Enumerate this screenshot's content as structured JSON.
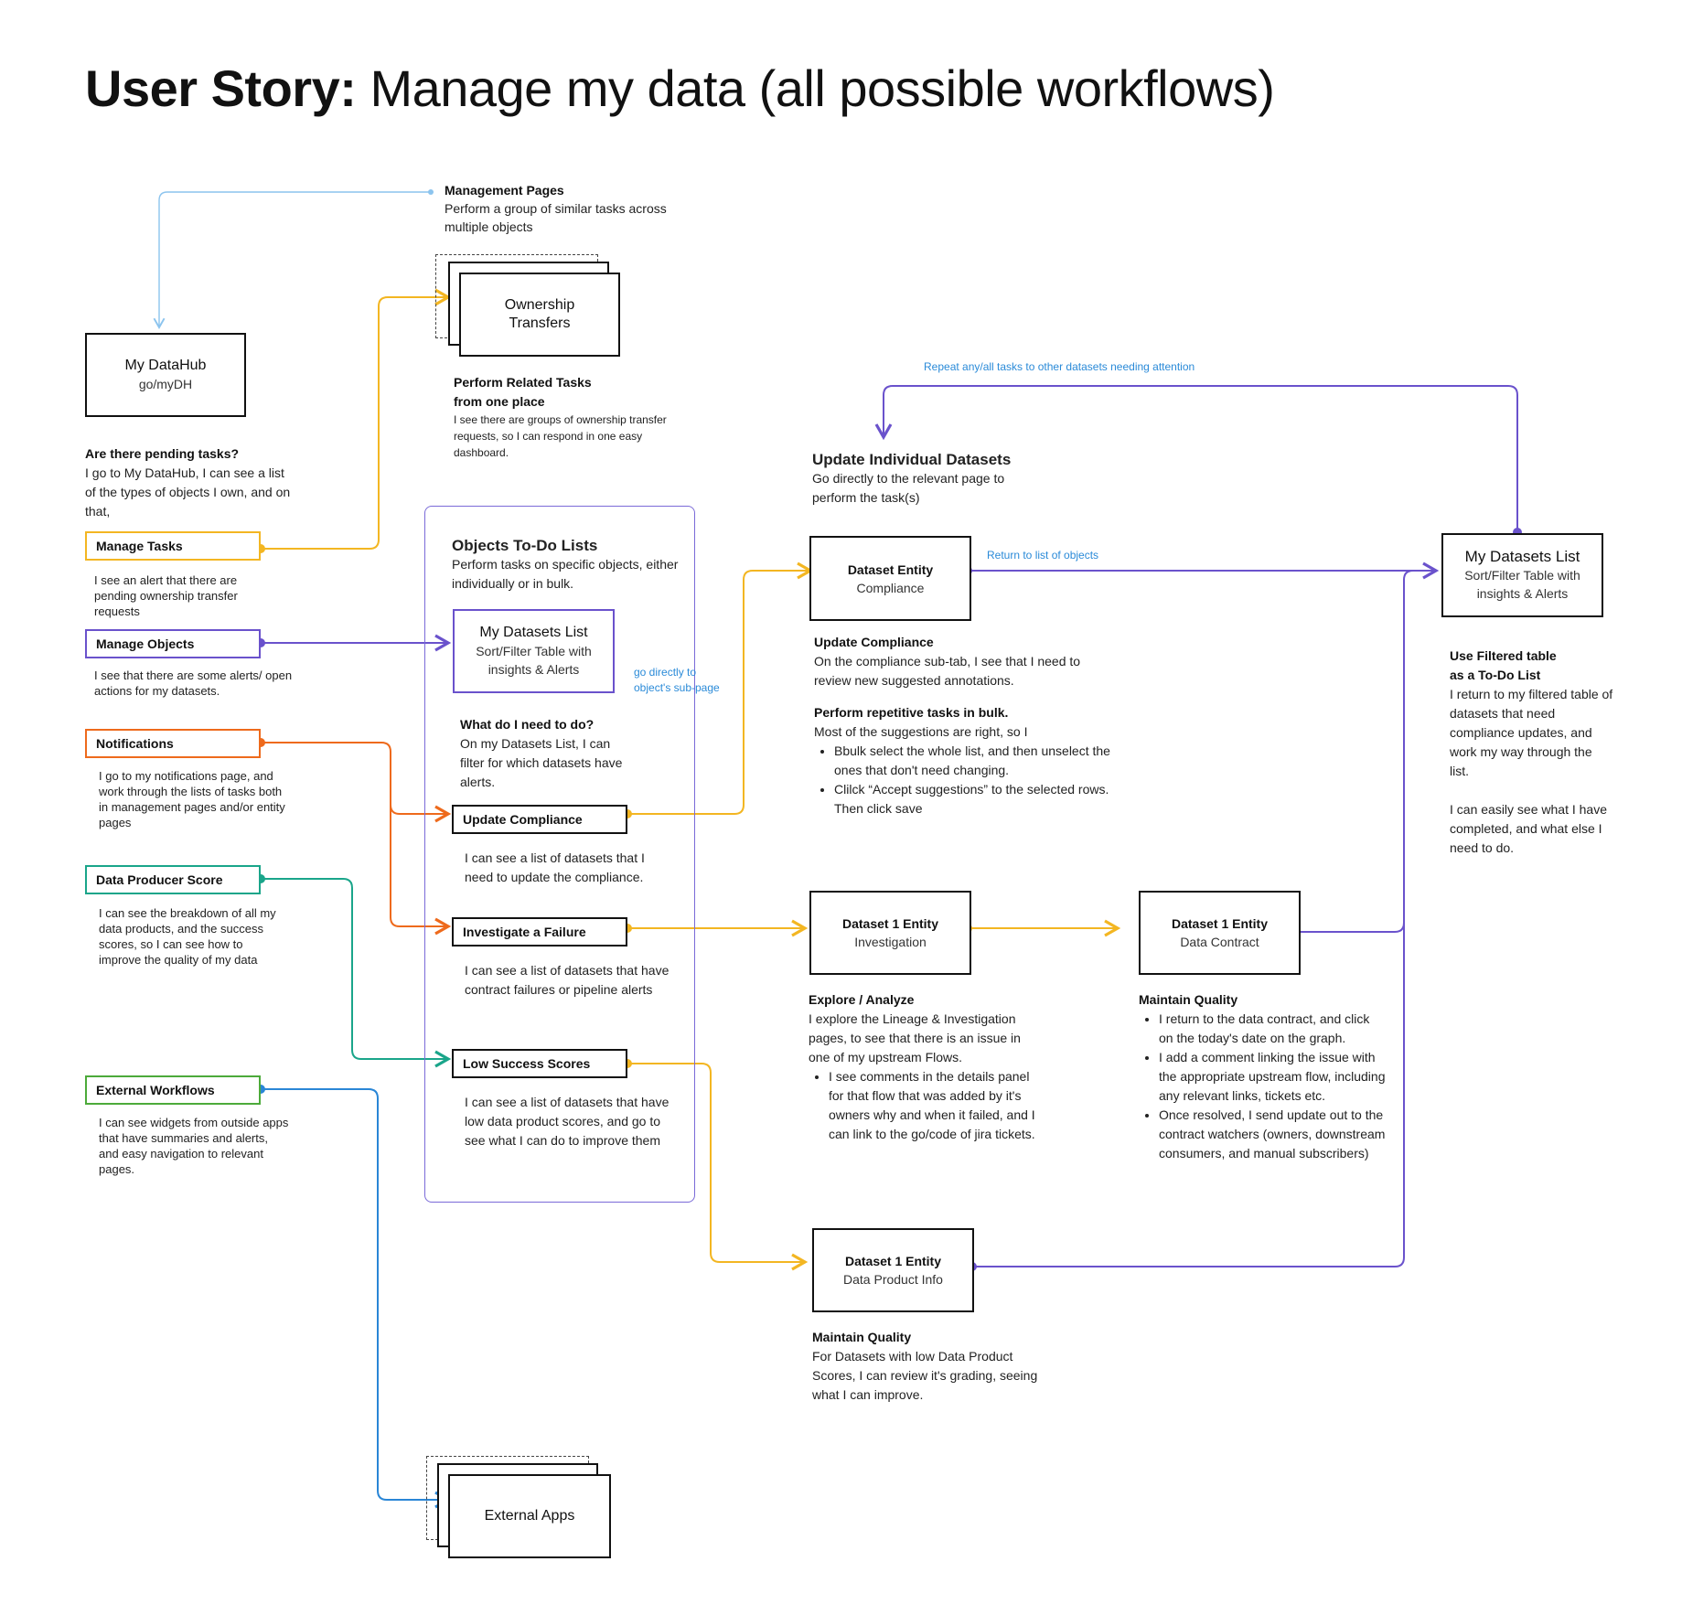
{
  "title": {
    "bold": "User Story:",
    "rest": "Manage my data (all possible workflows)"
  },
  "colors": {
    "yellow": "#f3b622",
    "purple": "#6a52cc",
    "orange": "#ee6a1c",
    "teal": "#1aa58a",
    "green": "#4caa3a",
    "blue": "#2a86d6",
    "lightblue": "#8cc4ee"
  },
  "management": {
    "heading": "Management Pages",
    "body": "Perform a group of similar tasks across multiple objects"
  },
  "ownership_box": {
    "line1": "Ownership",
    "line2": "Transfers"
  },
  "related_tasks": {
    "heading1": "Perform Related Tasks",
    "heading2": "from one place",
    "body": "I see there are groups of ownership transfer requests, so I can respond in one easy dashboard."
  },
  "mydatahub_box": {
    "title": "My DataHub",
    "sub": "go/myDH"
  },
  "pending": {
    "heading": "Are there pending tasks?",
    "body": "I go to My DataHub, I can see a list of the types of objects I own, and on that,"
  },
  "left_tags": {
    "manage_tasks": {
      "label": "Manage Tasks",
      "desc": "I see an alert that there are pending ownership transfer requests"
    },
    "manage_objects": {
      "label": "Manage Objects",
      "desc": "I see that there are some alerts/ open actions for my datasets."
    },
    "notifications": {
      "label": "Notifications",
      "desc": "I go to my notifications page, and work through the lists of tasks both in management pages and/or entity pages"
    },
    "data_producer": {
      "label": "Data Producer Score",
      "desc": "I can see the breakdown of all my data products, and the success scores, so I can see how to improve the quality of my data"
    },
    "external": {
      "label": "External Workflows",
      "desc": "I can see widgets from outside apps that have summaries and alerts, and easy navigation to relevant pages."
    }
  },
  "todo": {
    "heading": "Objects To-Do Lists",
    "body": "Perform tasks on specific objects, either individually or in bulk."
  },
  "datasets_list_inner": {
    "title": "My Datasets List",
    "sub": "Sort/Filter Table with insights & Alerts"
  },
  "go_directly": "go directly to object's sub-page",
  "what_do": {
    "heading": "What do I need to do?",
    "body": "On my Datasets List, I can filter for which datasets have alerts."
  },
  "mid_tags": {
    "update_compliance": {
      "label": "Update Compliance",
      "desc": "I can see a list of datasets that I need to update the compliance."
    },
    "investigate": {
      "label": "Investigate a Failure",
      "desc": "I can see a list of datasets that have contract failures or pipeline alerts"
    },
    "low_scores": {
      "label": "Low Success Scores",
      "desc": "I can see a list of datasets that have low data product scores, and go to see what I can do to improve them"
    }
  },
  "external_apps_box": {
    "label": "External Apps"
  },
  "repeat_note": "Repeat any/all tasks to other datasets needing attention",
  "update_individual": {
    "heading": "Update Individual Datasets",
    "body": "Go directly to the relevant page to perform the task(s)"
  },
  "compliance_box": {
    "title": "Dataset Entity",
    "sub": "Compliance"
  },
  "return_note": "Return to list of objects",
  "update_compliance_text": {
    "heading": "Update Compliance",
    "body": "On the compliance sub-tab, I see that I need to review new suggested annotations.",
    "heading2": "Perform repetitive tasks in bulk.",
    "body2": "Most of the suggestions are right, so I",
    "bullets": [
      "Bbulk select the whole list, and then unselect the ones that don't need changing.",
      "Clilck “Accept suggestions” to the selected rows. Then click save"
    ]
  },
  "my_datasets_right": {
    "title": "My Datasets List",
    "sub": "Sort/Filter Table with insights & Alerts"
  },
  "filtered_table": {
    "heading1": "Use Filtered table",
    "heading2": "as a To-Do List",
    "body": "I return to my filtered table of datasets that need compliance updates, and work my way through the list.",
    "body2": "I can easily see what I have completed, and what else I need to do."
  },
  "investigation_box": {
    "title": "Dataset 1 Entity",
    "sub": "Investigation"
  },
  "contract_box": {
    "title": "Dataset 1 Entity",
    "sub": "Data Contract"
  },
  "explore": {
    "heading": "Explore / Analyze",
    "body": "I explore the Lineage & Investigation pages, to see that there is an issue in one of my upstream Flows.",
    "bullets": [
      "I see comments in the details panel for that flow that was added by it's owners why and when it failed, and I can link to the go/code of jira tickets."
    ]
  },
  "maintain_quality_1": {
    "heading": "Maintain Quality",
    "bullets": [
      "I return to the data contract, and click on the today's date on the graph.",
      "I add a comment linking the issue with the appropriate upstream flow, including any relevant links, tickets etc.",
      "Once resolved, I send update out to the contract watchers (owners, downstream consumers, and manual subscribers)"
    ]
  },
  "product_info_box": {
    "title": "Dataset 1 Entity",
    "sub": "Data Product Info"
  },
  "maintain_quality_2": {
    "heading": "Maintain Quality",
    "body": "For Datasets with low Data Product Scores, I can review it's grading, seeing what I can improve."
  }
}
